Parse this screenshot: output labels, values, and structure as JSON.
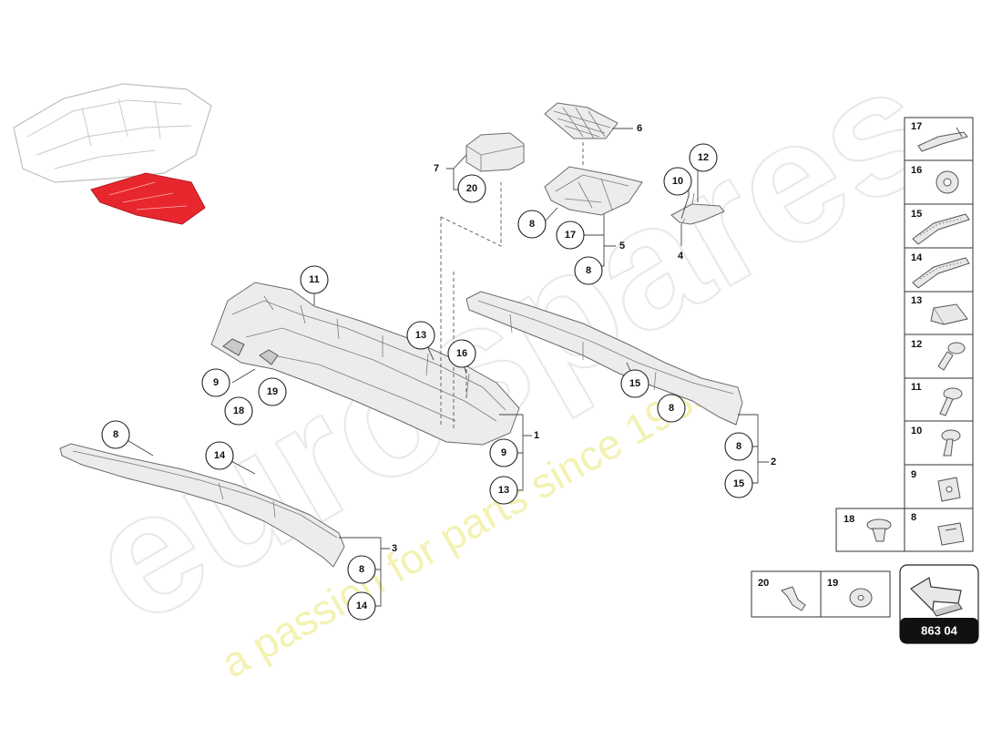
{
  "watermark": {
    "brand": "eurospares",
    "tagline": "a passion for parts since 1985"
  },
  "diagram_code": "863 04",
  "callouts": [
    {
      "id": "c-7-20",
      "label": "20"
    },
    {
      "id": "c-6-8",
      "label": "8"
    },
    {
      "id": "c-5-17",
      "label": "17"
    },
    {
      "id": "c-5-8",
      "label": "8"
    },
    {
      "id": "c-4-10",
      "label": "10"
    },
    {
      "id": "c-4-12",
      "label": "12"
    },
    {
      "id": "c-11",
      "label": "11"
    },
    {
      "id": "c-13",
      "label": "13"
    },
    {
      "id": "c-16",
      "label": "16"
    },
    {
      "id": "c-9",
      "label": "9"
    },
    {
      "id": "c-18",
      "label": "18"
    },
    {
      "id": "c-19",
      "label": "19"
    },
    {
      "id": "c-1-9",
      "label": "9"
    },
    {
      "id": "c-1-13",
      "label": "13"
    },
    {
      "id": "c-15",
      "label": "15"
    },
    {
      "id": "c-2-8a",
      "label": "8"
    },
    {
      "id": "c-2-8b",
      "label": "8"
    },
    {
      "id": "c-2-15",
      "label": "15"
    },
    {
      "id": "c-3-8a",
      "label": "8"
    },
    {
      "id": "c-3-14a",
      "label": "14"
    },
    {
      "id": "c-3-8b",
      "label": "8"
    },
    {
      "id": "c-3-14b",
      "label": "14"
    }
  ],
  "group_labels": [
    "7",
    "6",
    "5",
    "4",
    "1",
    "2",
    "3"
  ],
  "legend": {
    "right_column": [
      "17",
      "16",
      "15",
      "14",
      "13",
      "12",
      "11",
      "10",
      "9",
      "8"
    ],
    "left_cell": "18",
    "bottom": [
      "20",
      "19"
    ]
  },
  "icons": {
    "17": "clip-strip-icon",
    "16": "grommet-icon",
    "15": "seal-strip-icon",
    "14": "seal-strip-icon",
    "13": "clip-bracket-icon",
    "12": "expansion-rivet-icon",
    "11": "flange-bolt-icon",
    "10": "flange-bolt-icon",
    "9": "clip-nut-icon",
    "8": "spring-clip-icon",
    "18": "push-rivet-icon",
    "20": "bracket-icon",
    "19": "washer-icon",
    "orientation": "direction-arrow-icon",
    "overview": "dashboard-overview-icon"
  },
  "colors": {
    "highlight": "#e8262e",
    "badge": "#111111"
  }
}
